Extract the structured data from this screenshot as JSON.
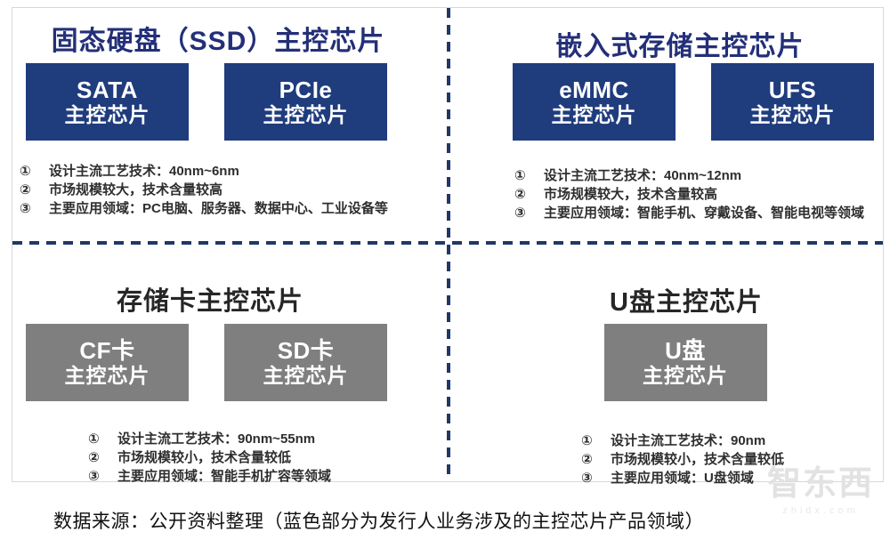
{
  "figure": {
    "caption": "数据来源：公开资料整理（蓝色部分为发行人业务涉及的主控芯片产品领域）",
    "watermark": {
      "brand": "智东西",
      "domain": "zhidx.com"
    }
  },
  "colors": {
    "highlight_blue_box": "#1f3c7d",
    "blue_title": "#232f78",
    "gray_box": "#7f7f7f",
    "dark_title": "#262626",
    "dashed_divider": "#1f3868",
    "frame_border": "#d8d8d8",
    "note_text": "#2e2e2e"
  },
  "quadrants": [
    {
      "title": "固态硬盘（SSD）主控芯片",
      "boxes": [
        {
          "line1": "SATA",
          "line2": "主控芯片"
        },
        {
          "line1": "PCIe",
          "line2": "主控芯片"
        }
      ],
      "notes": [
        {
          "num": "①",
          "text": "设计主流工艺技术：40nm~6nm"
        },
        {
          "num": "②",
          "text": "市场规模较大，技术含量较高"
        },
        {
          "num": "③",
          "text": "主要应用领域：PC电脑、服务器、数据中心、工业设备等"
        }
      ]
    },
    {
      "title": "嵌入式存储主控芯片",
      "boxes": [
        {
          "line1": "eMMC",
          "line2": "主控芯片"
        },
        {
          "line1": "UFS",
          "line2": "主控芯片"
        }
      ],
      "notes": [
        {
          "num": "①",
          "text": "设计主流工艺技术：40nm~12nm"
        },
        {
          "num": "②",
          "text": "市场规模较大，技术含量较高"
        },
        {
          "num": "③",
          "text": "主要应用领域：智能手机、穿戴设备、智能电视等领域"
        }
      ]
    },
    {
      "title": "存储卡主控芯片",
      "boxes": [
        {
          "line1": "CF卡",
          "line2": "主控芯片"
        },
        {
          "line1": "SD卡",
          "line2": "主控芯片"
        }
      ],
      "notes": [
        {
          "num": "①",
          "text": "设计主流工艺技术：90nm~55nm"
        },
        {
          "num": "②",
          "text": "市场规模较小，技术含量较低"
        },
        {
          "num": "③",
          "text": "主要应用领域：智能手机扩容等领域"
        }
      ]
    },
    {
      "title": "U盘主控芯片",
      "boxes": [
        {
          "line1": "U盘",
          "line2": "主控芯片"
        }
      ],
      "notes": [
        {
          "num": "①",
          "text": "设计主流工艺技术：90nm"
        },
        {
          "num": "②",
          "text": "市场规模较小，技术含量较低"
        },
        {
          "num": "③",
          "text": "主要应用领域：U盘领域"
        }
      ]
    }
  ]
}
